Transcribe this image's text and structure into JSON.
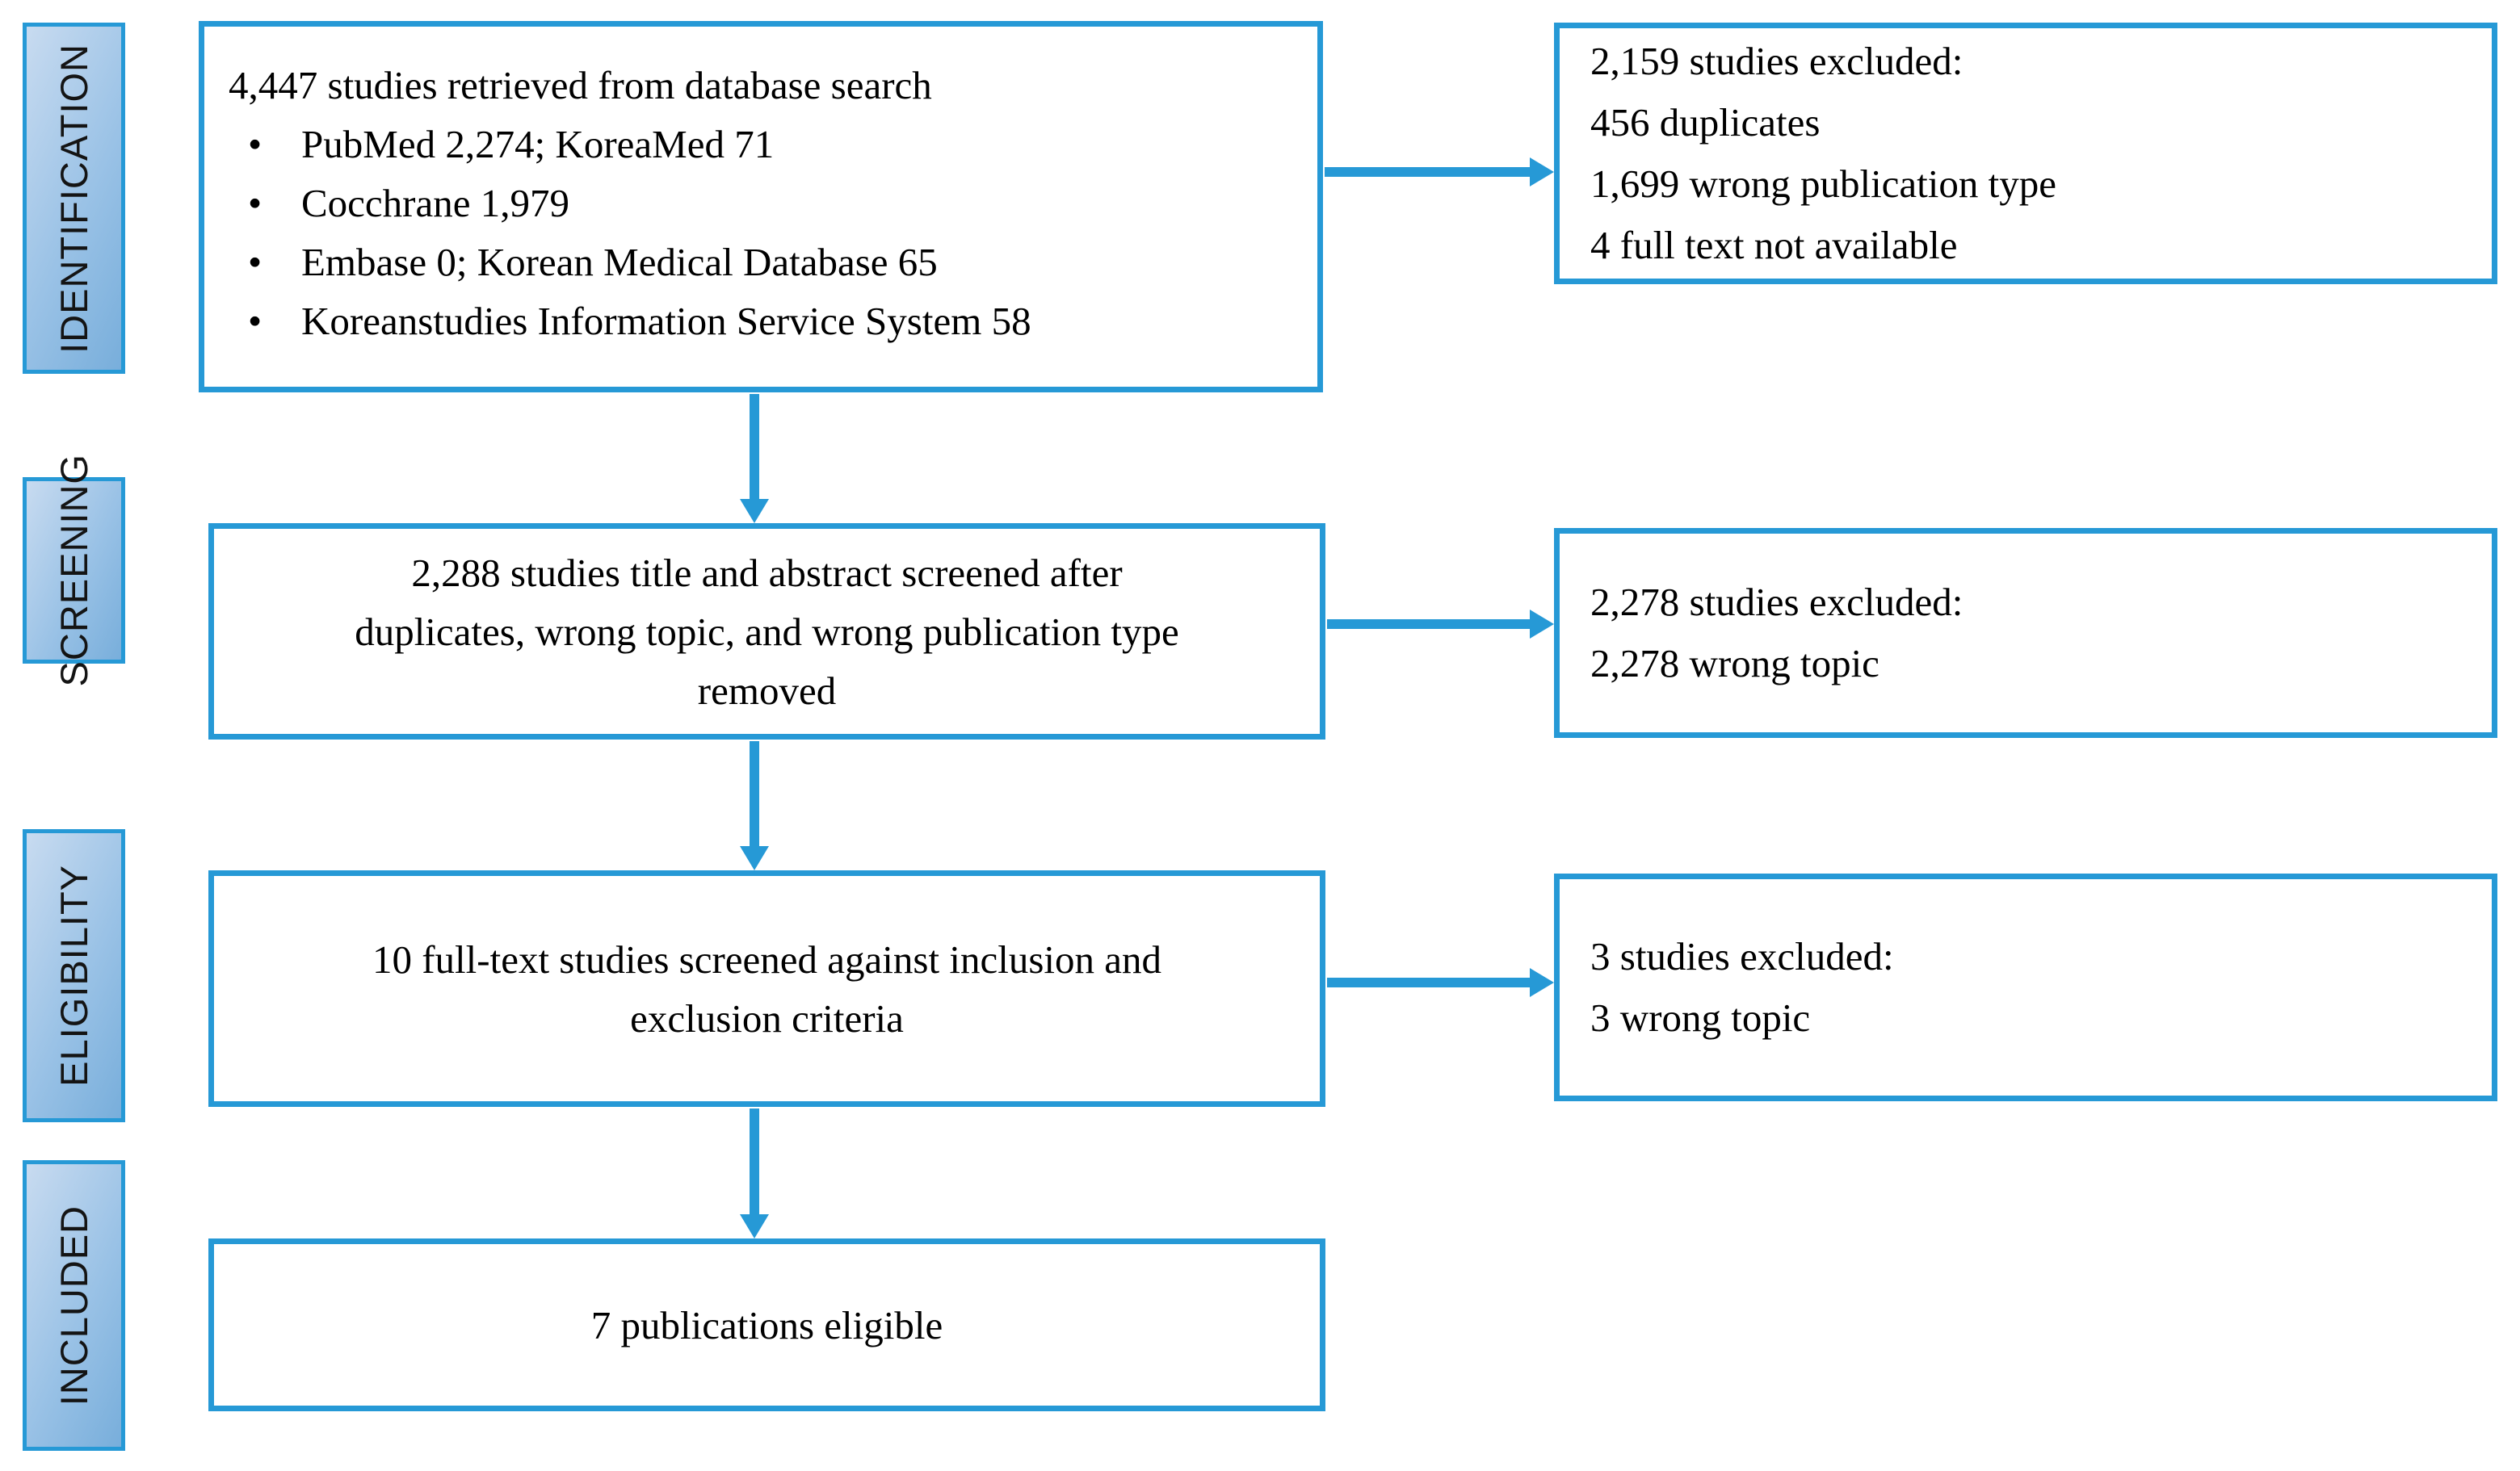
{
  "diagram": {
    "stages": [
      {
        "label": "IDENTIFICATION"
      },
      {
        "label": "SCREENING"
      },
      {
        "label": "ELIGIBILITY"
      },
      {
        "label": "INCLUDED"
      }
    ],
    "flow": {
      "identification": {
        "title": "4,447 studies retrieved from database search",
        "bullets": [
          "PubMed 2,274; KoreaMed 71",
          "Cocchrane 1,979",
          "Embase 0; Korean Medical Database 65",
          "Koreanstudies Information Service System 58"
        ]
      },
      "screening": {
        "lines": [
          "2,288 studies title and abstract screened after",
          "duplicates, wrong topic, and wrong publication type",
          "removed"
        ]
      },
      "eligibility": {
        "lines": [
          "10 full-text studies screened against inclusion and",
          "exclusion criteria"
        ]
      },
      "included": {
        "lines": [
          "7 publications eligible"
        ]
      }
    },
    "exclusions": [
      {
        "lines": [
          "2,159 studies excluded:",
          "456 duplicates",
          "1,699 wrong publication type",
          "4 full text not available"
        ]
      },
      {
        "lines": [
          "2,278 studies excluded:",
          "2,278 wrong topic"
        ]
      },
      {
        "lines": [
          "3 studies excluded:",
          "3 wrong topic"
        ]
      }
    ]
  },
  "glyphs": {
    "bullet": "•"
  },
  "colors": {
    "accent_blue": "#2699D6",
    "label_fill_light": "#C8DBF0",
    "label_fill_mid": "#9AC2E6",
    "label_fill_dark": "#78AEDB",
    "box_background": "#FFFFFF",
    "text": "#000000"
  }
}
